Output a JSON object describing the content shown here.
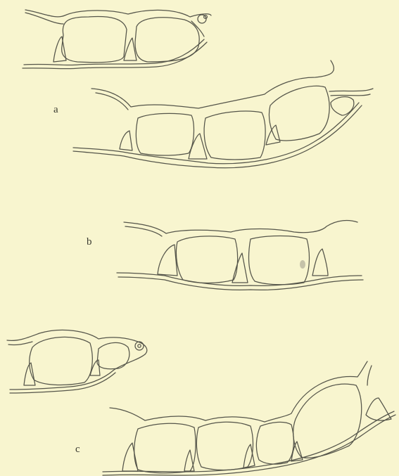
{
  "figure": {
    "background_color": "#f8f5cf",
    "line_color": "#55554a",
    "panels": [
      {
        "id": "a",
        "label": "a"
      },
      {
        "id": "b",
        "label": "b"
      },
      {
        "id": "c",
        "label": "c"
      }
    ]
  }
}
